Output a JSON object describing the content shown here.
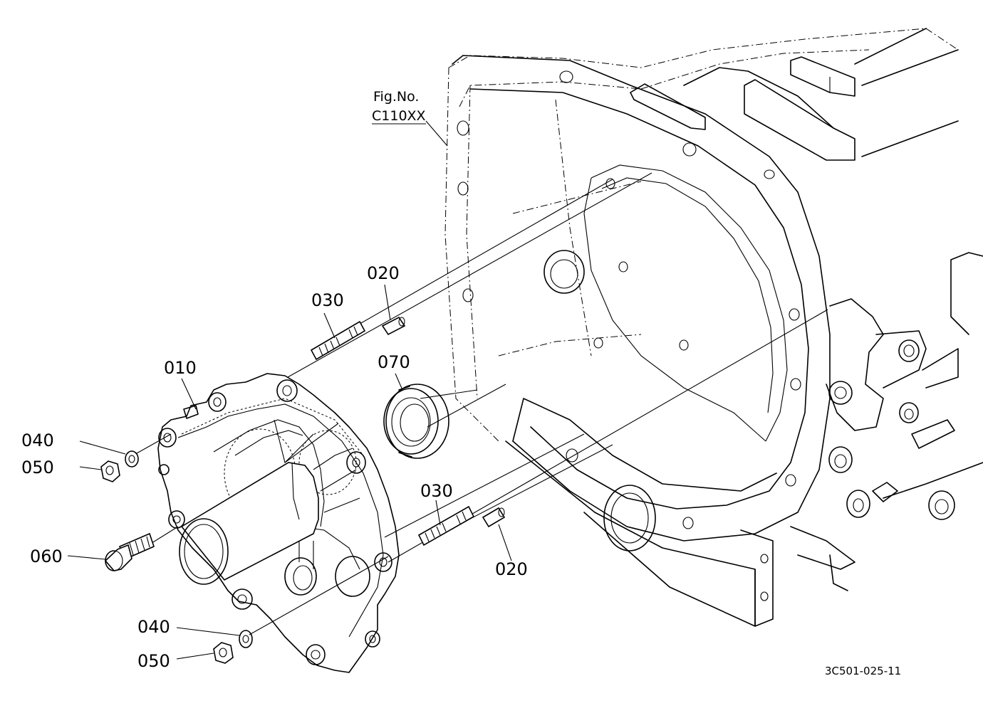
{
  "figure_reference": {
    "line1": "Fig.No.",
    "line2": "C110XX"
  },
  "drawing_number": "3C501-025-11",
  "callouts": [
    {
      "id": "label-010",
      "text": "010"
    },
    {
      "id": "label-020-top",
      "text": "020"
    },
    {
      "id": "label-020-bottom",
      "text": "020"
    },
    {
      "id": "label-030-top",
      "text": "030"
    },
    {
      "id": "label-030-bottom",
      "text": "030"
    },
    {
      "id": "label-040-top",
      "text": "040"
    },
    {
      "id": "label-040-bottom",
      "text": "040"
    },
    {
      "id": "label-050-top",
      "text": "050"
    },
    {
      "id": "label-050-bottom",
      "text": "050"
    },
    {
      "id": "label-060",
      "text": "060"
    },
    {
      "id": "label-070",
      "text": "070"
    }
  ]
}
